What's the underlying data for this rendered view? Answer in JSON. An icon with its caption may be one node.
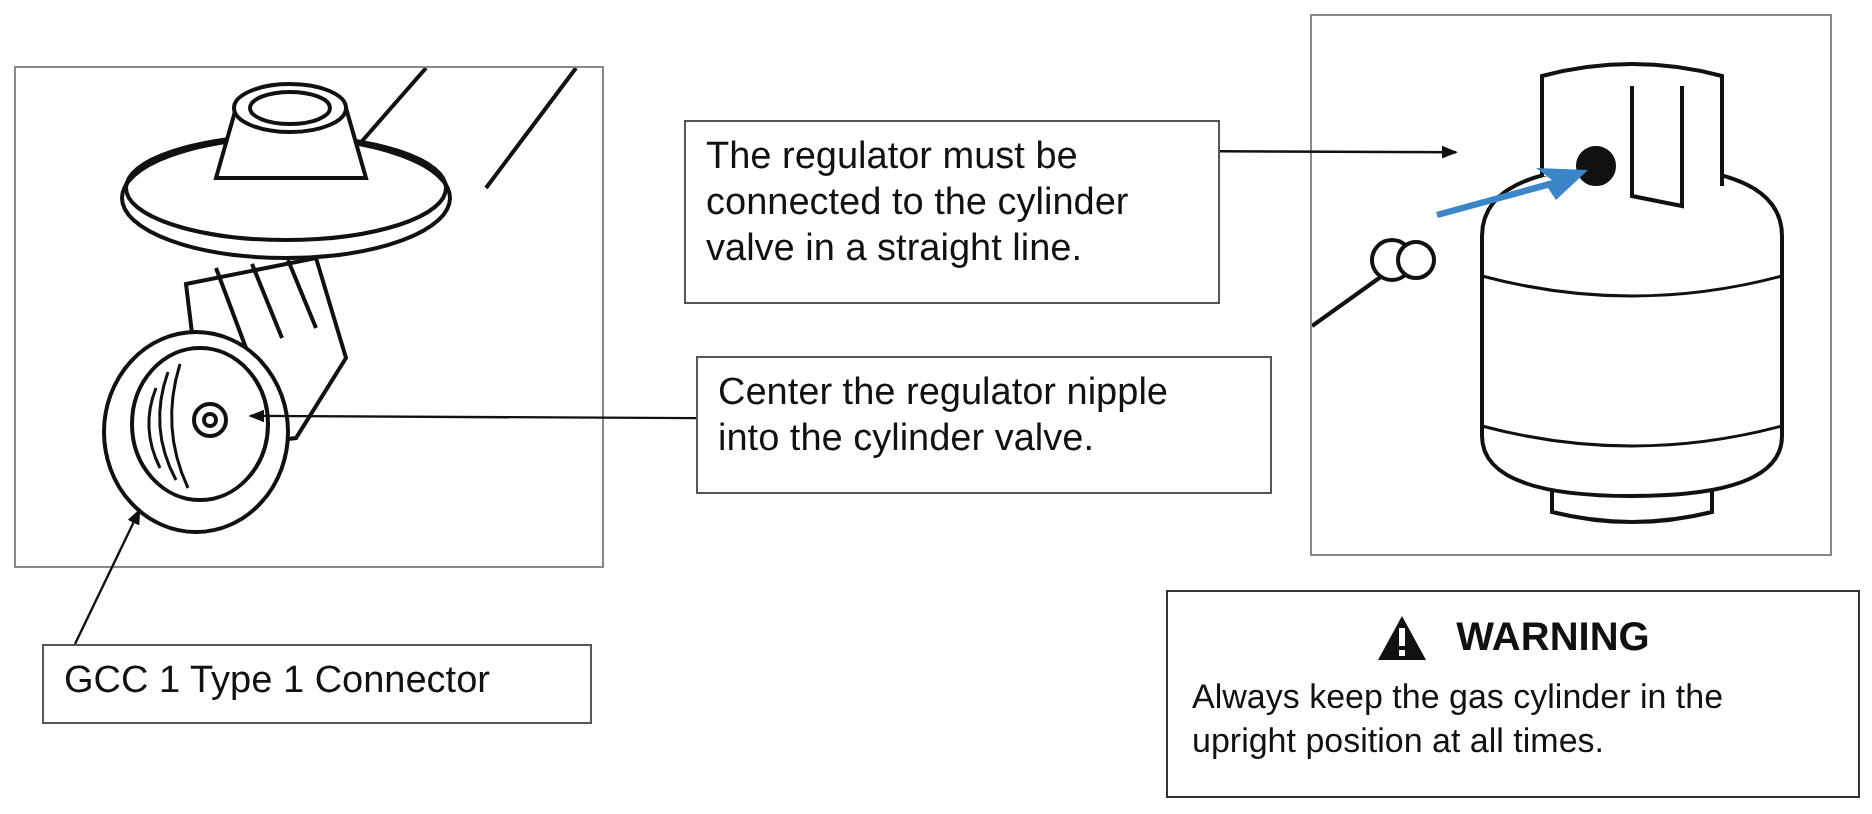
{
  "diagram": {
    "nodes": [
      {
        "text": [],
        "shape": "picture"
      },
      {
        "text": [],
        "shape": "picture"
      },
      {
        "text": [
          "The regulator must be connected to the cylinder valve in a straight line."
        ]
      },
      {
        "text": [
          "Center the regulator nipple into the cylinder valve."
        ]
      },
      {
        "text": [
          "GCC 1 Type 1 Connector"
        ]
      },
      {
        "text": [
          "WARNING",
          "Always keep the gas cylinder in the upright position at all times."
        ]
      }
    ],
    "edges": [
      {
        "from": 2,
        "to": 1,
        "arrow": "to"
      },
      {
        "from": 3,
        "to": 0,
        "arrow": "to"
      },
      {
        "from": 4,
        "to": 0,
        "arrow": "to"
      }
    ]
  }
}
